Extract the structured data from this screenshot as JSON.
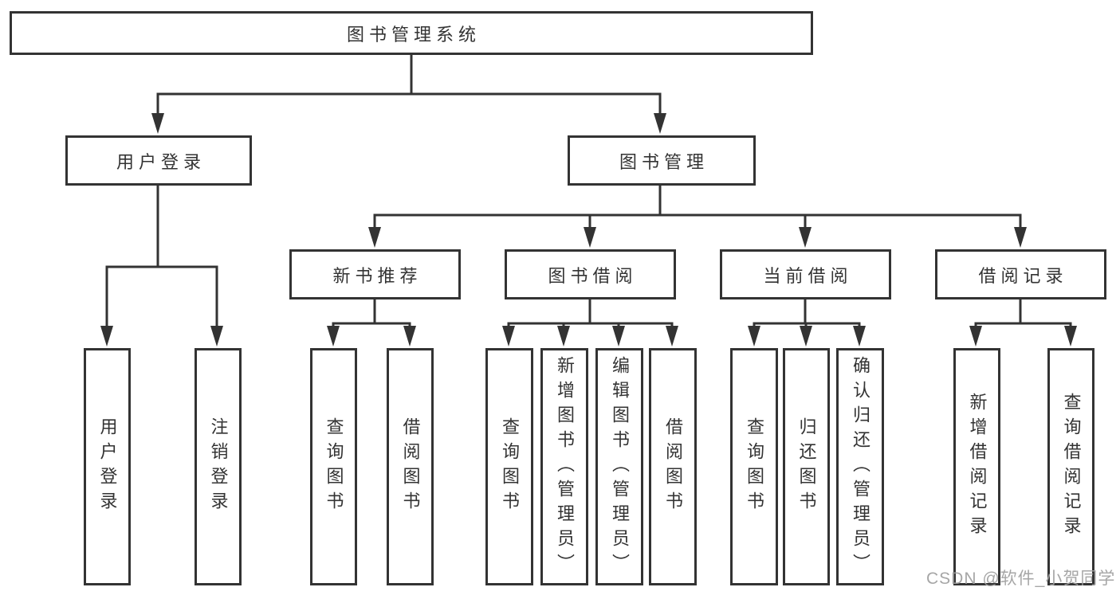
{
  "diagram": {
    "root": {
      "label": "图书管理系统"
    },
    "level1": [
      {
        "label": "用户登录"
      },
      {
        "label": "图书管理"
      }
    ],
    "level2": [
      {
        "label": "新书推荐"
      },
      {
        "label": "图书借阅"
      },
      {
        "label": "当前借阅"
      },
      {
        "label": "借阅记录"
      }
    ],
    "leaves": [
      {
        "label": "用户登录"
      },
      {
        "label": "注销登录"
      },
      {
        "label": "查询图书"
      },
      {
        "label": "借阅图书"
      },
      {
        "label": "查询图书"
      },
      {
        "label": "新增图书（管理员）"
      },
      {
        "label": "编辑图书（管理员）"
      },
      {
        "label": "借阅图书"
      },
      {
        "label": "查询图书"
      },
      {
        "label": "归还图书"
      },
      {
        "label": "确认归还（管理员）"
      },
      {
        "label": "新增借阅记录"
      },
      {
        "label": "查询借阅记录"
      }
    ],
    "colors": {
      "line": "#333333",
      "text": "#333333",
      "background": "#ffffff",
      "watermark": "#9e9e9e"
    },
    "watermark": "CSDN @软件_小贺同学"
  }
}
